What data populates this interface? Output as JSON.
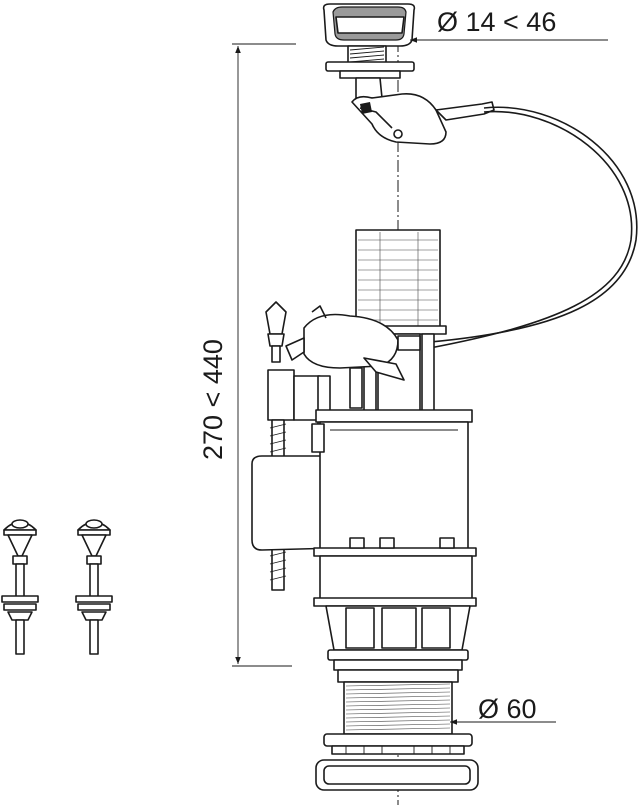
{
  "dimensions": {
    "height_range": "270 < 440",
    "button_diameter": "Ø 14 < 46",
    "outlet_diameter": "Ø 60"
  }
}
